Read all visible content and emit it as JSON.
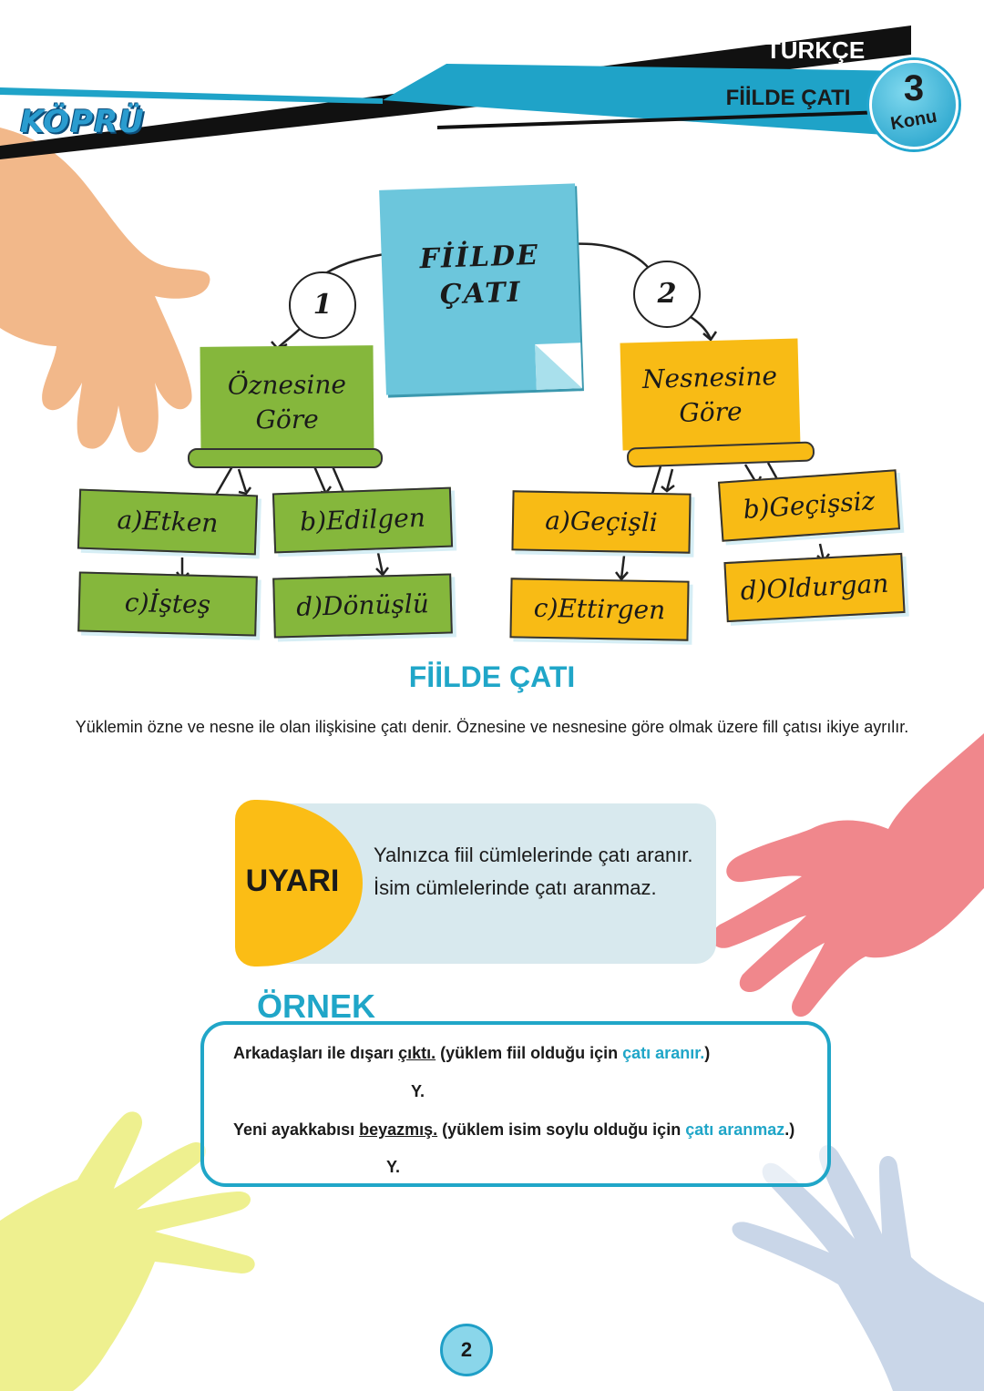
{
  "header": {
    "subject": "TÜRKÇE",
    "topic": "FİİLDE ÇATI",
    "unit_number": "3",
    "unit_label": "Konu",
    "logo": "KÖPRÜ",
    "colors": {
      "band_dark": "#111111",
      "band_blue": "#1fa3c8"
    }
  },
  "diagram": {
    "root": "FİİLDE ÇATI",
    "branches": [
      {
        "number": "1",
        "title": "Öznesine Göre",
        "color": "#85b73c",
        "items": [
          "a)Etken",
          "b)Edilgen",
          "c)İşteş",
          "d)Dönüşlü"
        ]
      },
      {
        "number": "2",
        "title": "Nesnesine Göre",
        "color": "#f8bb15",
        "items": [
          "a)Geçişli",
          "b)Geçişsiz",
          "c)Ettirgen",
          "d)Oldurgan"
        ]
      }
    ]
  },
  "section": {
    "title": "FİİLDE ÇATI",
    "intro": "Yüklemin özne ve nesne ile olan ilişkisine çatı denir. Öznesine ve nesnesine göre olmak üzere fill çatısı ikiye ayrılır."
  },
  "warning": {
    "label": "UYARI",
    "lines": [
      "Yalnızca fiil cümlelerinde çatı aranır.",
      "İsim cümlelerinde çatı aranmaz."
    ]
  },
  "example": {
    "title": "ÖRNEK",
    "items": [
      {
        "before": "Arkadaşları ile dışarı ",
        "verb": "çıktı.",
        "middle": " (yüklem fiil  olduğu için ",
        "highlight": "çatı aranır.",
        "after": ")",
        "mark": "Y."
      },
      {
        "before": "Yeni ayakkabısı ",
        "verb": "beyazmış.",
        "middle": " (yüklem isim soylu olduğu için ",
        "highlight": "çatı aranmaz",
        "after": ".)",
        "mark": "Y."
      }
    ]
  },
  "page_number": "2",
  "decor": {
    "hand_colors": [
      "#f2b88a",
      "#f0878c",
      "#eef08f",
      "#c9d6e8"
    ],
    "accent": "#20a6c8"
  }
}
